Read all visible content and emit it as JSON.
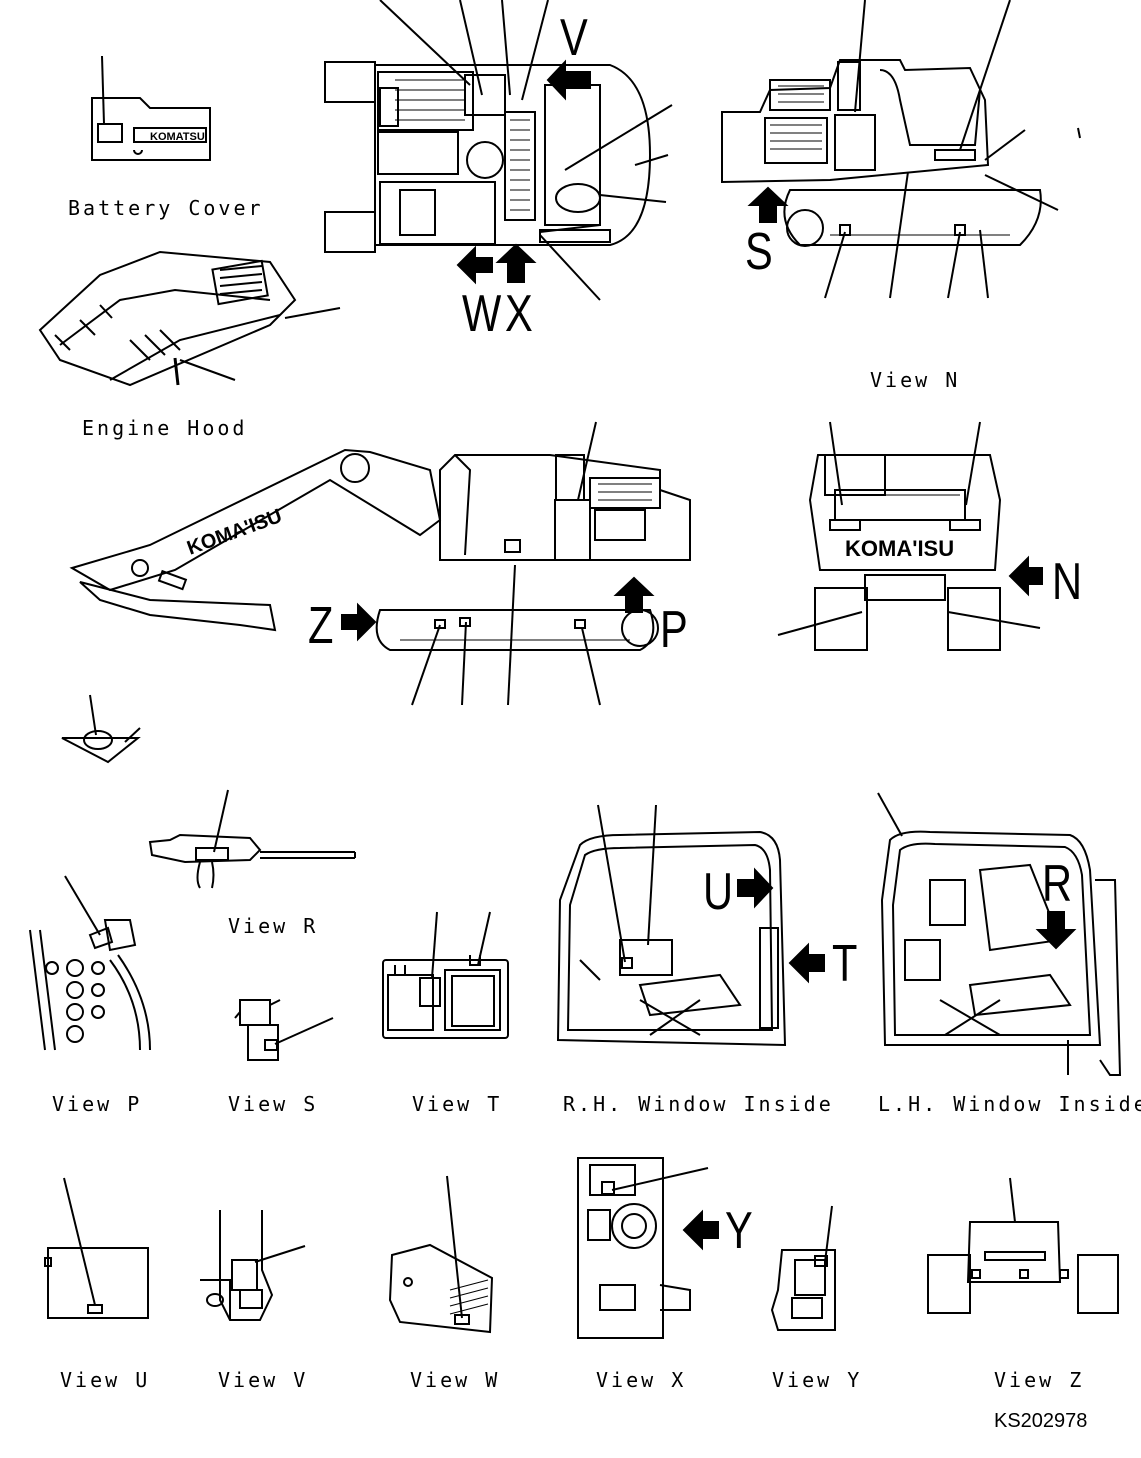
{
  "labels": {
    "battery_cover": "Battery Cover",
    "engine_hood": "Engine Hood",
    "view_n": "View N",
    "view_r": "View R",
    "view_p": "View P",
    "view_s": "View S",
    "view_t": "View T",
    "rh_window": "R.H. Window Inside",
    "lh_window": "L.H. Window Inside",
    "view_u": "View U",
    "view_v": "View V",
    "view_w": "View W",
    "view_x": "View X",
    "view_y": "View Y",
    "view_z": "View Z"
  },
  "view_letters": {
    "v": "V",
    "w": "W",
    "x": "X",
    "s": "S",
    "z": "Z",
    "p": "P",
    "n": "N",
    "u": "U",
    "t": "T",
    "r": "R",
    "y": "Y"
  },
  "brand": {
    "logo_text": "KOMATSU",
    "logo_text_spaced": "KOMA'ISU"
  },
  "drawing_code": "KS202978"
}
